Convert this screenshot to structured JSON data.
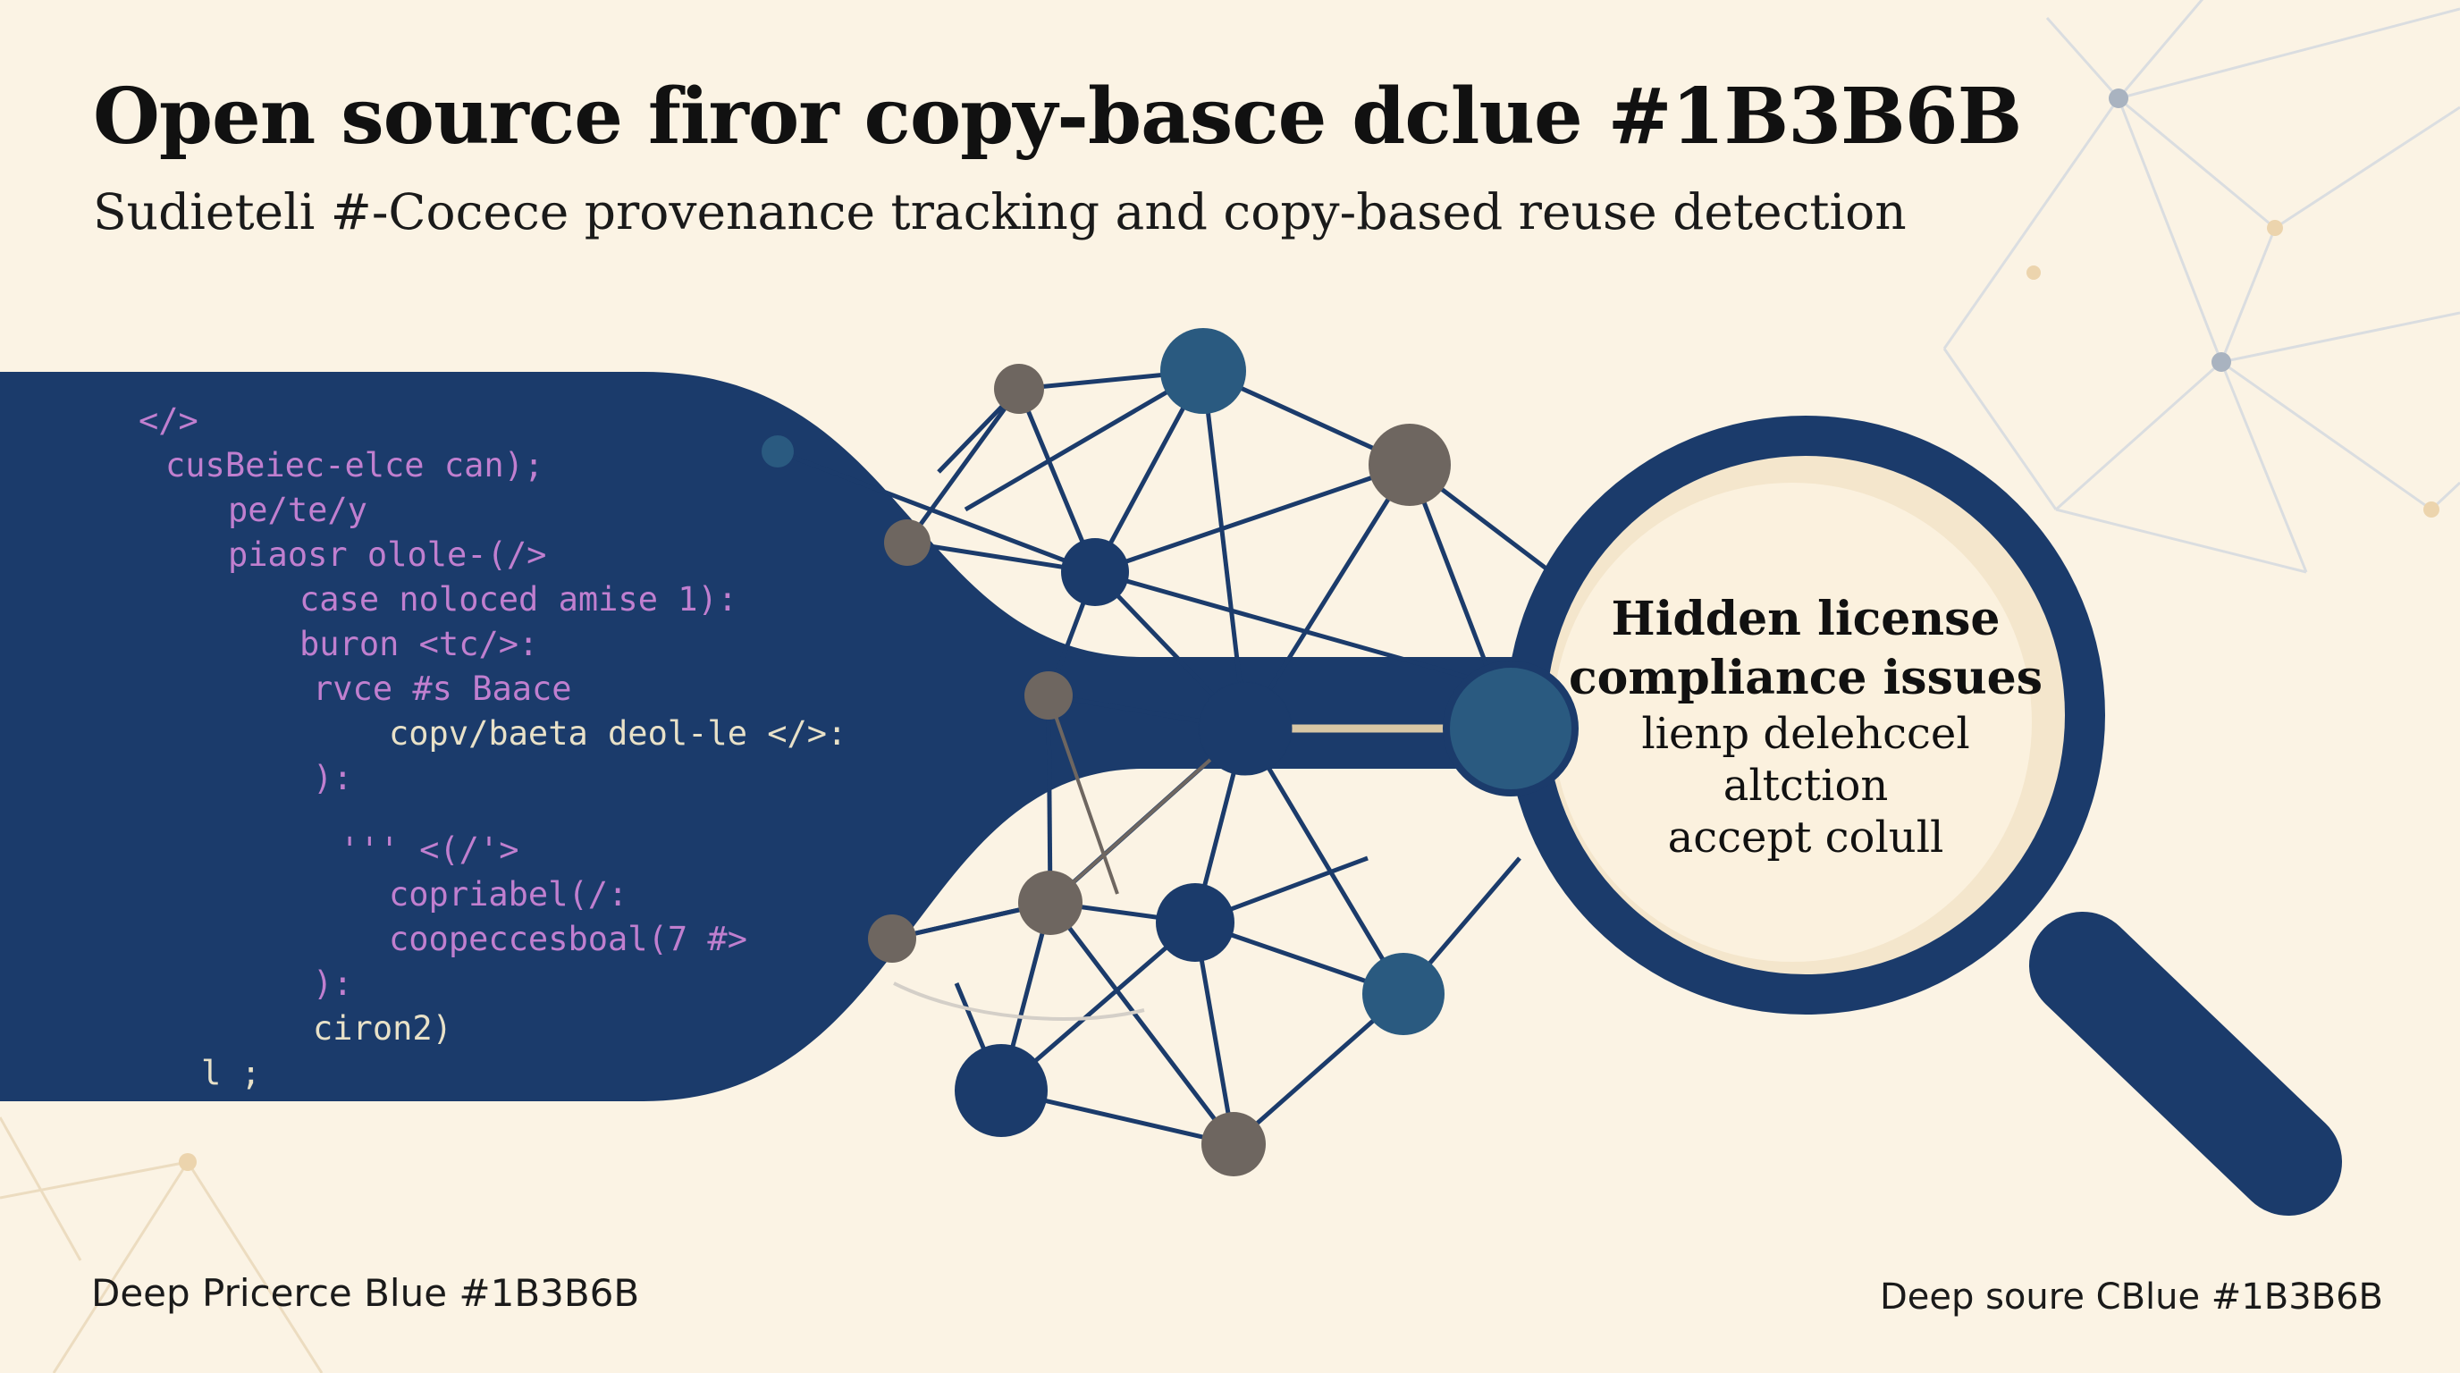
{
  "header": {
    "title": "Open source firor copy-basce dclue #1B3B6B",
    "subtitle": "Sudieteli #-Cocece provenance tracking and copy-based reuse detection"
  },
  "code_block": {
    "lines": [
      "</>",
      "cusBeiec-elce can);",
      "pe/te/y",
      "piaosr olole-(/>",
      "case noloced amise 1):",
      "buron <tc/>:",
      "rvce #s Baace",
      "copv/baeta deol-le </>:",
      "):",
      "''' <(/'>",
      "copriabel(/:",
      "coopeccesboal(7 #>",
      "):",
      "ciron2)",
      "l ;"
    ]
  },
  "lens": {
    "heading_lines": [
      "Hidden license",
      "compliance issues"
    ],
    "sub_lines": [
      "lienp delehccel",
      "altction",
      "accept colull"
    ]
  },
  "footer": {
    "left": "Deep Pricerce Blue #1B3B6B",
    "right": "Deep soure CBlue #1B3B6B"
  },
  "colors": {
    "background": "#fbf3e4",
    "deep_blue": "#1b3b6b",
    "teal_blue": "#2a5a80",
    "node_gray": "#6e6660",
    "lens_fill": "#fbf1de",
    "code_purple": "#c07fcf",
    "code_cream": "#e8e1c8"
  },
  "icons": [
    "magnifying-glass-icon",
    "network-graph-icon"
  ]
}
